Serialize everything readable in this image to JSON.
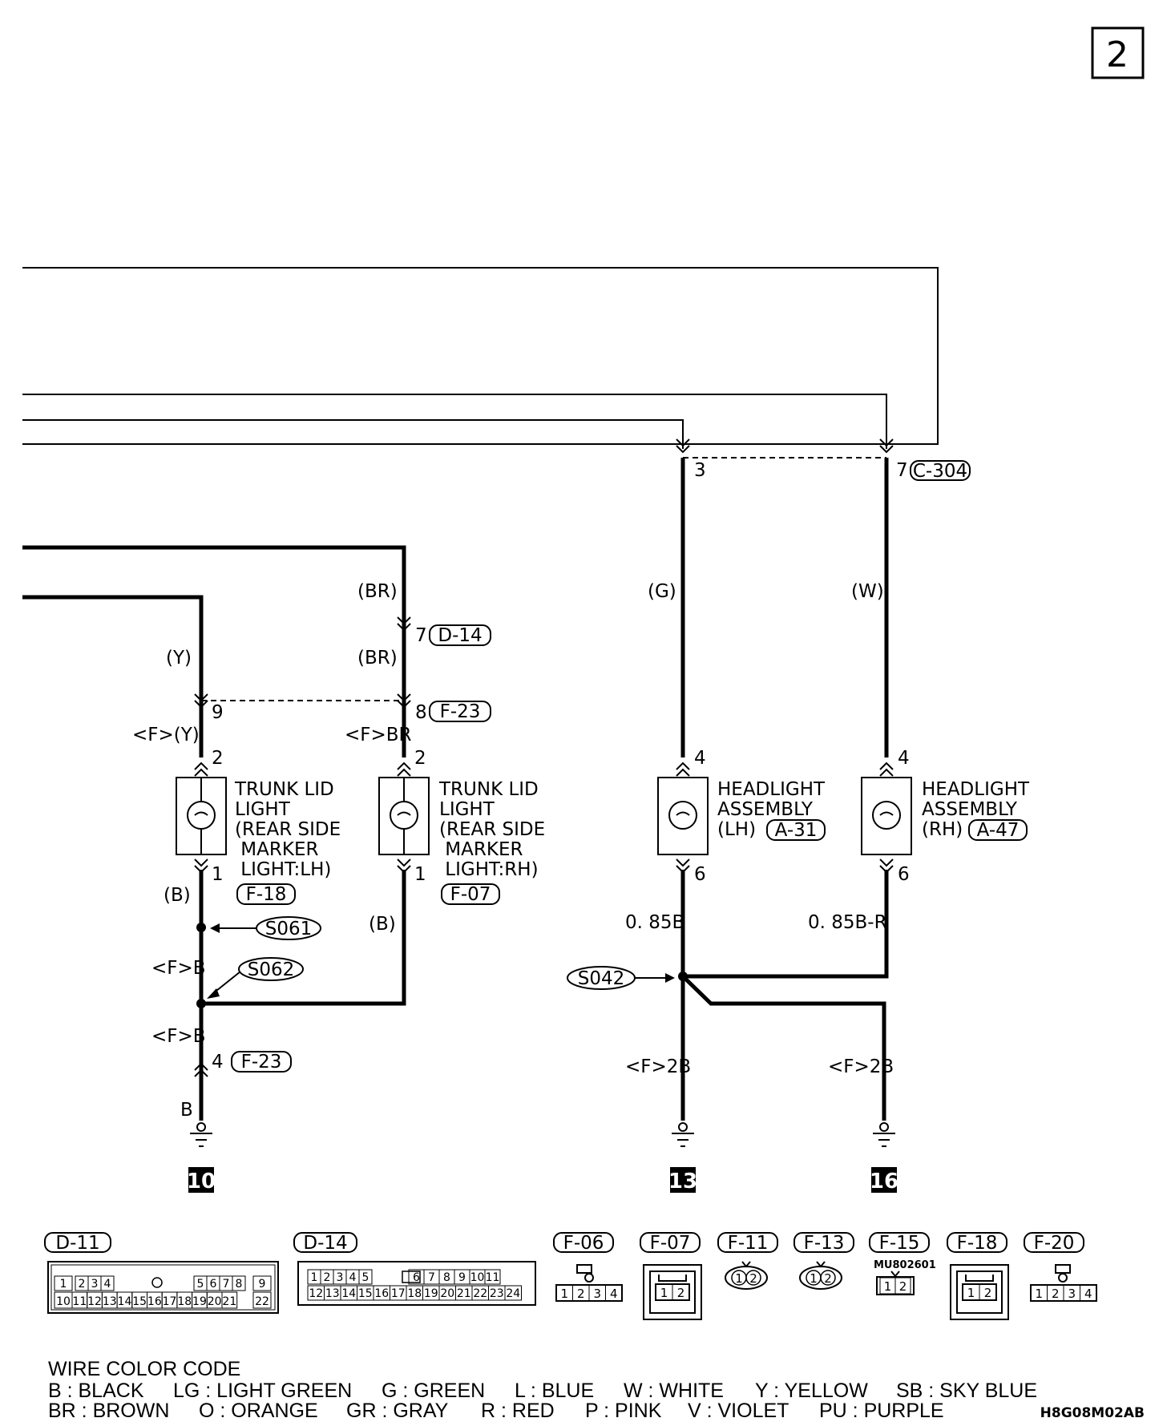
{
  "page_number": "2",
  "figure_code": "H8G08M02AB",
  "wire_labels": {
    "br_top": "(BR)",
    "br_mid": "(BR)",
    "y_left": "(Y)",
    "f_y": "<F>(Y)",
    "f_br": "<F>BR",
    "b_left": "(B)",
    "b_right": "(B)",
    "f_b_1": "<F>B",
    "f_b_2": "<F>B",
    "b_bottom": "B",
    "g": "(G)",
    "w": "(W)",
    "b085": "0. 85B",
    "br085": "0. 85B-R",
    "f2b_left": "<F>2B",
    "f2b_right": "<F>2B"
  },
  "pins": {
    "d14_7": "7",
    "f23_8": "8",
    "f23_9": "9",
    "tl_lh_2": "2",
    "tl_lh_1": "1",
    "tl_rh_2": "2",
    "tl_rh_1": "1",
    "f23_4": "4",
    "c304_3": "3",
    "c304_7": "7",
    "hl_lh_4": "4",
    "hl_lh_6": "6",
    "hl_rh_4": "4",
    "hl_rh_6": "6"
  },
  "connector_tags": {
    "d14": "D-14",
    "f23_top": "F-23",
    "f18": "F-18",
    "f07": "F-07",
    "f23_bottom": "F-23",
    "c304": "C-304",
    "a31": "A-31",
    "a47": "A-47"
  },
  "splices": {
    "s061": "S061",
    "s062": "S062",
    "s042": "S042"
  },
  "components": {
    "trunk_lh": [
      "TRUNK LID",
      "LIGHT",
      "(REAR SIDE",
      " MARKER",
      " LIGHT:LH)"
    ],
    "trunk_rh": [
      "TRUNK LID",
      "LIGHT",
      "(REAR SIDE",
      " MARKER",
      " LIGHT:RH)"
    ],
    "head_lh": [
      "HEADLIGHT",
      "ASSEMBLY",
      "(LH)"
    ],
    "head_rh": [
      "HEADLIGHT",
      "ASSEMBLY",
      "(RH)"
    ]
  },
  "grounds": {
    "g10": "10",
    "g13": "13",
    "g16": "16"
  },
  "connector_views": {
    "d11": {
      "label": "D-11",
      "top": [
        "1",
        "2",
        "3",
        "4",
        "5",
        "6",
        "7",
        "8",
        "9"
      ],
      "bottom": [
        "10",
        "11",
        "12",
        "13",
        "14",
        "15",
        "16",
        "17",
        "18",
        "19",
        "20",
        "21",
        "22"
      ]
    },
    "d14": {
      "label": "D-14",
      "top": [
        "1",
        "2",
        "3",
        "4",
        "5",
        "6",
        "7",
        "8",
        "9",
        "10",
        "11"
      ],
      "bottom": [
        "12",
        "13",
        "14",
        "15",
        "16",
        "17",
        "18",
        "19",
        "20",
        "21",
        "22",
        "23",
        "24"
      ]
    },
    "f06": {
      "label": "F-06",
      "pins": [
        "1",
        "2",
        "3",
        "4"
      ]
    },
    "f07": {
      "label": "F-07",
      "pins": [
        "1",
        "2"
      ]
    },
    "f11": {
      "label": "F-11",
      "pins": [
        "1",
        "2"
      ]
    },
    "f13": {
      "label": "F-13",
      "pins": [
        "1",
        "2"
      ]
    },
    "f15": {
      "label": "F-15",
      "part": "MU802601",
      "pins": [
        "1",
        "2"
      ]
    },
    "f18": {
      "label": "F-18",
      "pins": [
        "1",
        "2"
      ]
    },
    "f20": {
      "label": "F-20",
      "pins": [
        "1",
        "2",
        "3",
        "4"
      ]
    }
  },
  "wire_color_code": {
    "title": "WIRE COLOR CODE",
    "row1": [
      "B : BLACK",
      "LG : LIGHT GREEN",
      "G : GREEN",
      "L : BLUE",
      "W : WHITE",
      "Y : YELLOW",
      "SB : SKY BLUE"
    ],
    "row2": [
      "BR : BROWN",
      "O : ORANGE",
      "GR : GRAY",
      "R : RED",
      "P : PINK",
      "V : VIOLET",
      "PU : PURPLE"
    ]
  }
}
